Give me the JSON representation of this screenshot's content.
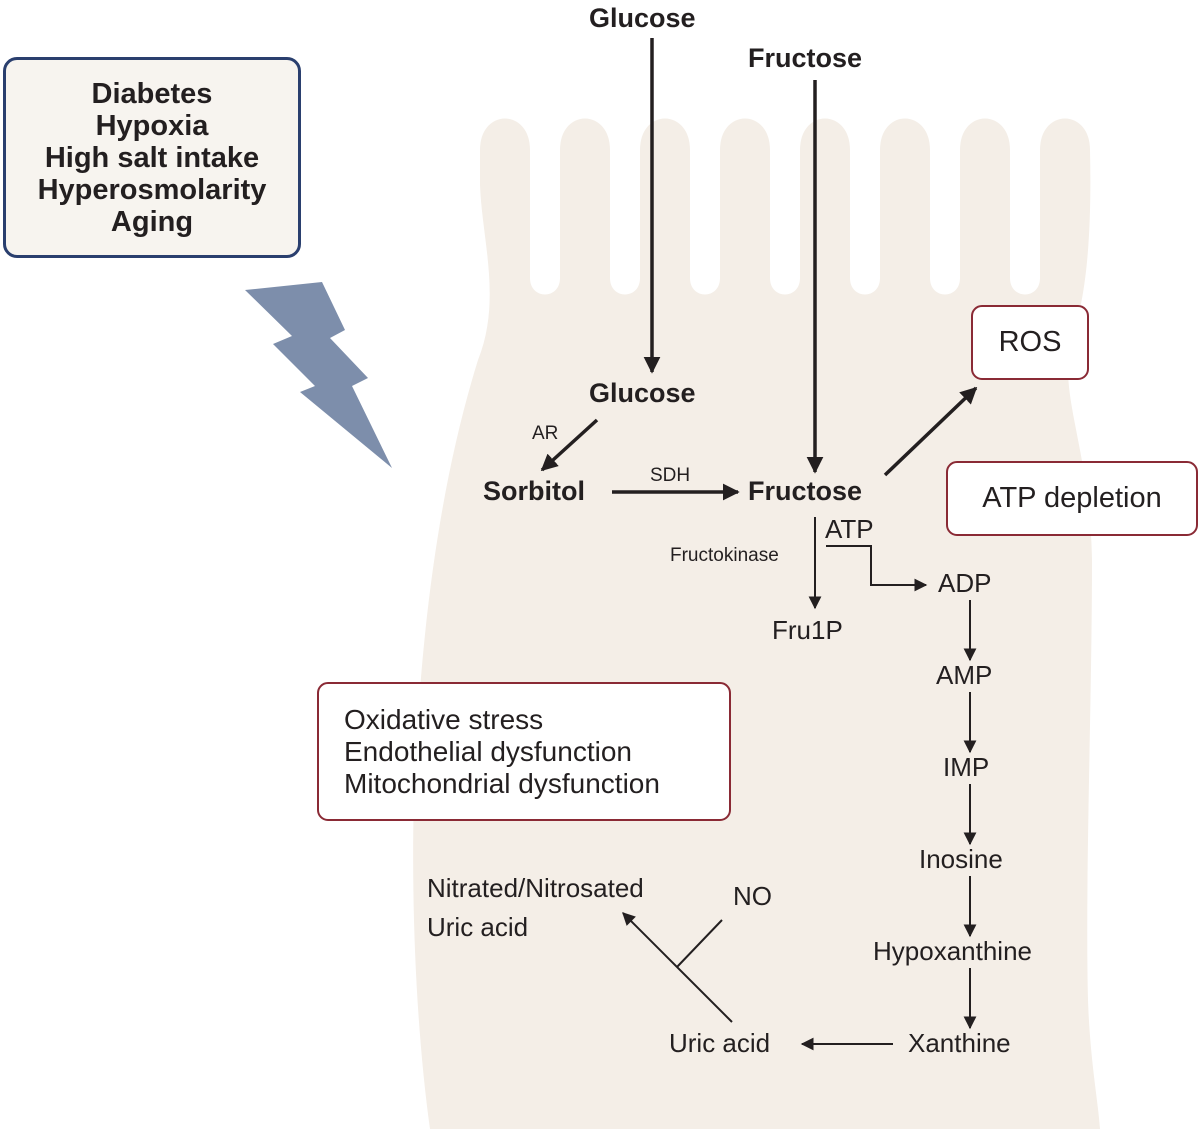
{
  "risk_factors": [
    "Diabetes",
    "Hypoxia",
    "High salt intake",
    "Hyperosmolarity",
    "Aging"
  ],
  "external_inputs": {
    "glucose": "Glucose",
    "fructose": "Fructose"
  },
  "polyol_pathway": {
    "glucose": "Glucose",
    "ar": "AR",
    "sorbitol": "Sorbitol",
    "sdh": "SDH",
    "fructose": "Fructose"
  },
  "fructose_metabolism": {
    "atp": "ATP",
    "fructokinase": "Fructokinase",
    "fru1p": "Fru1P",
    "adp": "ADP",
    "amp": "AMP",
    "imp": "IMP",
    "inosine": "Inosine",
    "hypoxanthine": "Hypoxanthine",
    "xanthine": "Xanthine",
    "uric_acid": "Uric acid",
    "no": "NO",
    "nitrated_line1": "Nitrated/Nitrosated",
    "nitrated_line2": "Uric acid"
  },
  "outcomes": {
    "ros": "ROS",
    "atp_depletion": "ATP depletion",
    "effects": [
      "Oxidative stress",
      "Endothelial dysfunction",
      "Mitochondrial dysfunction"
    ]
  },
  "colors": {
    "cell_fill": "#f4eee7",
    "risk_box_border": "#2a3f6e",
    "risk_box_fill": "#f7f4ef",
    "lightning": "#7d8eab",
    "outcome_box_border": "#8a2a35",
    "arrow": "#231f20"
  }
}
